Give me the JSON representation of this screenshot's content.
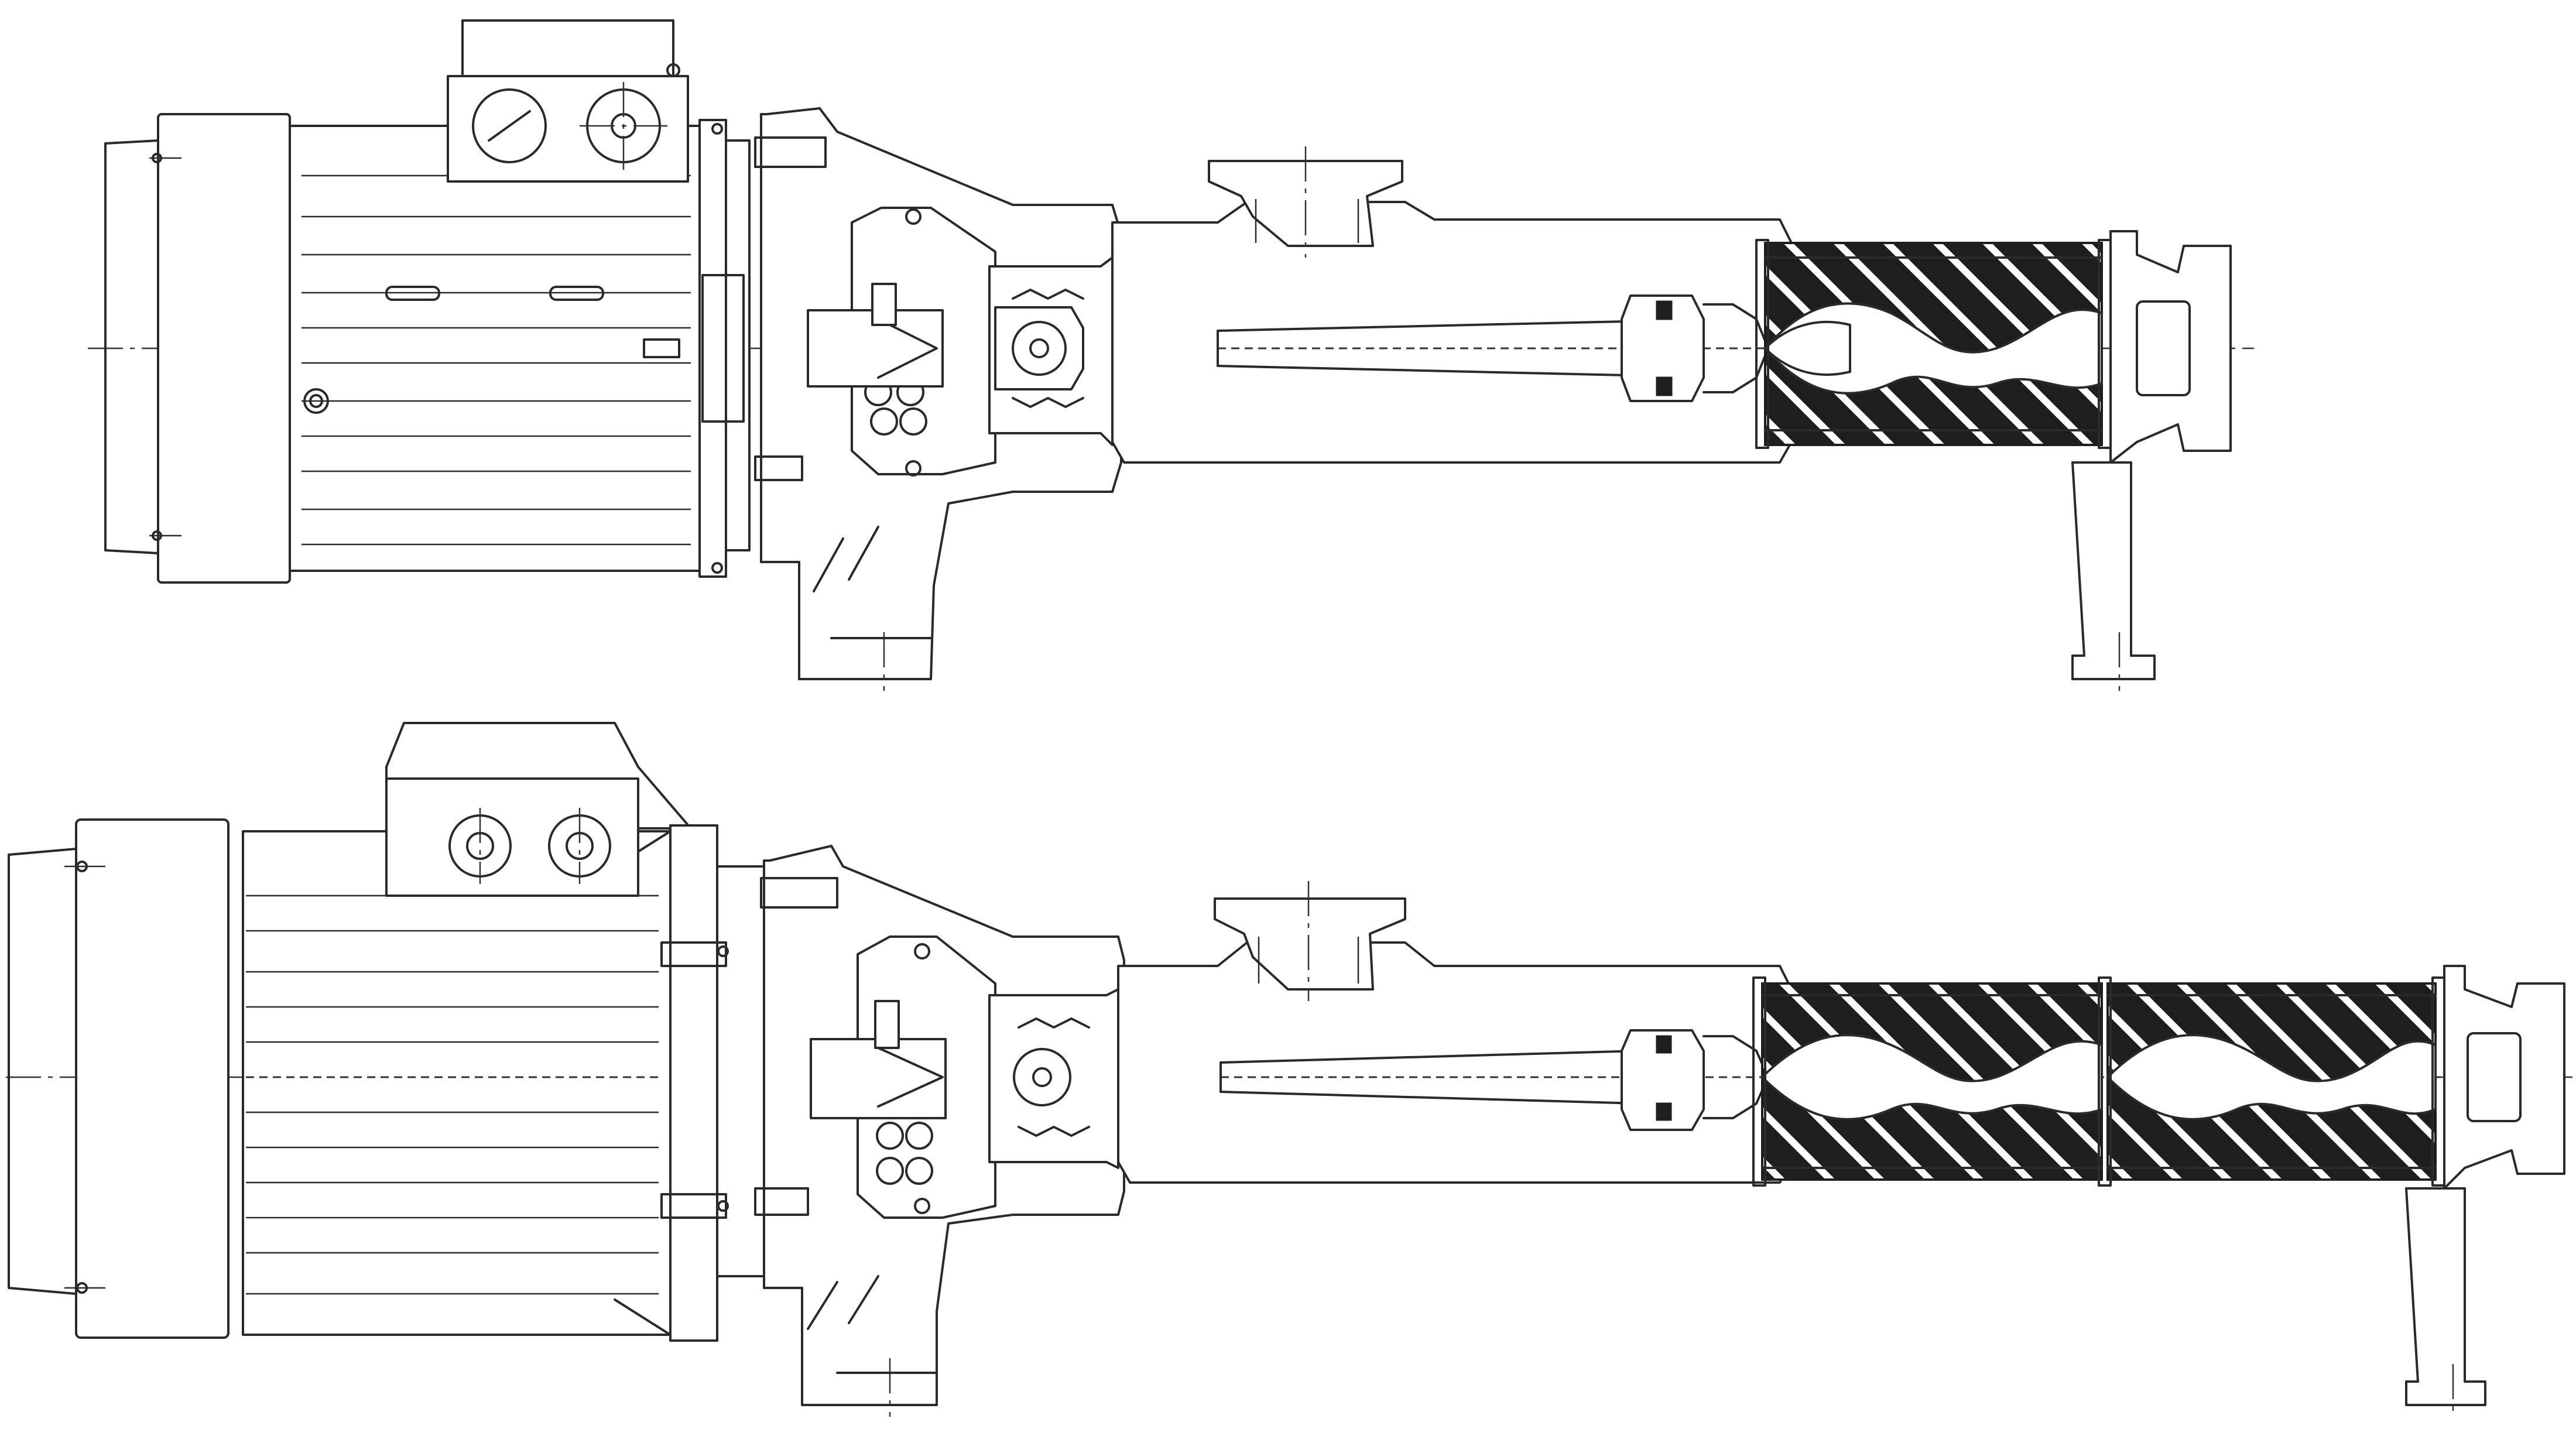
{
  "figure": {
    "description_hidden": "",
    "views": [
      {
        "id": "view-top",
        "stator_stages": 1
      },
      {
        "id": "view-bottom",
        "stator_stages": 2
      }
    ]
  },
  "colors": {
    "line": "#2a2a2a",
    "fill": "#1e1e1e",
    "background": "#ffffff"
  }
}
